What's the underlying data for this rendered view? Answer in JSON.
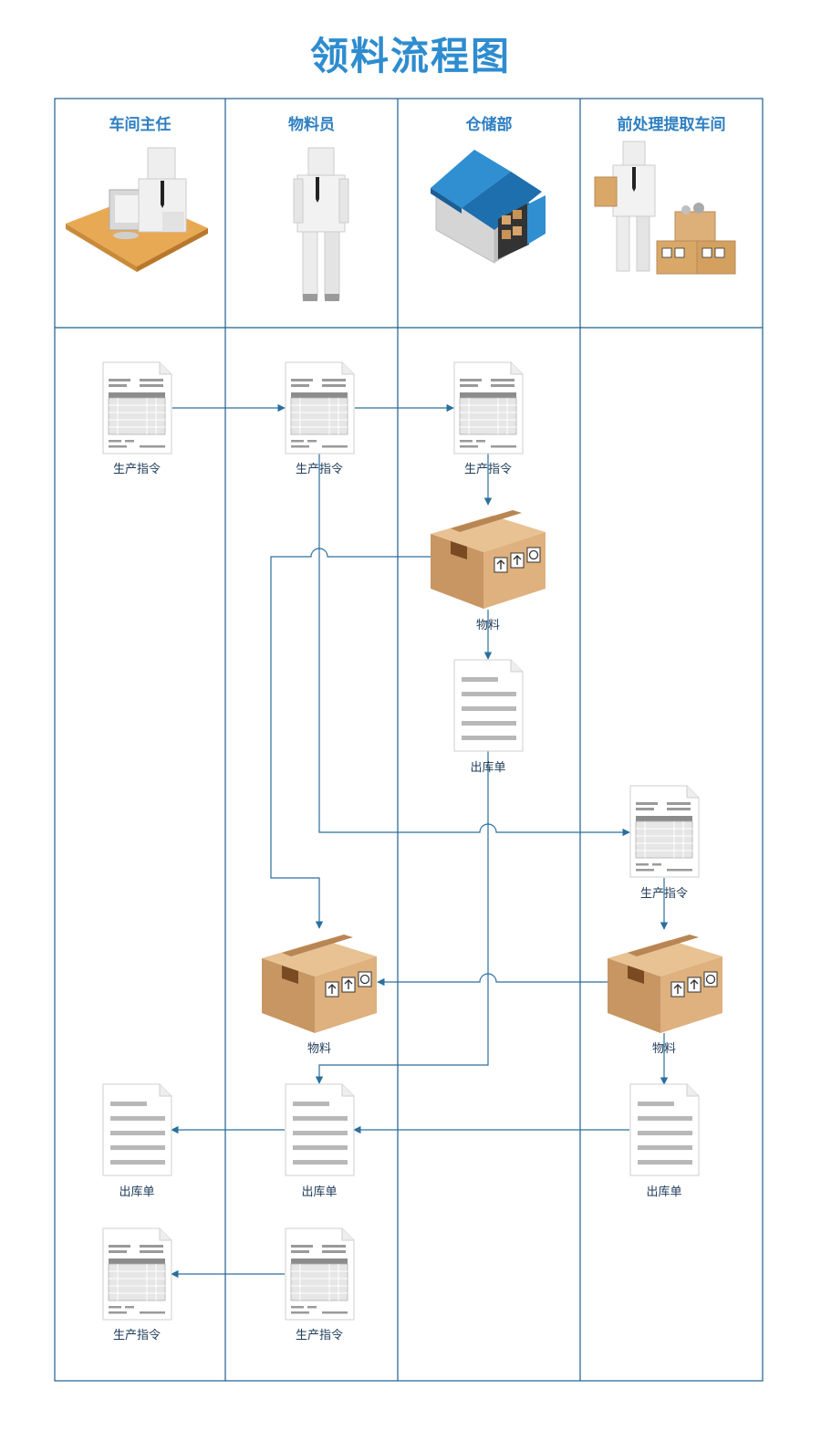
{
  "title": "领料流程图",
  "lanes": [
    "车间主任",
    "物料员",
    "仓储部",
    "前处理提取车间"
  ],
  "labels": {
    "order": "生产指令",
    "material": "物料",
    "outbound": "出库单"
  },
  "colors": {
    "border": "#1e5f8e",
    "arrow": "#2a6f9e",
    "title": "#2e8ccf",
    "box_light": "#e6bb8a",
    "box_dark": "#b98a57"
  }
}
